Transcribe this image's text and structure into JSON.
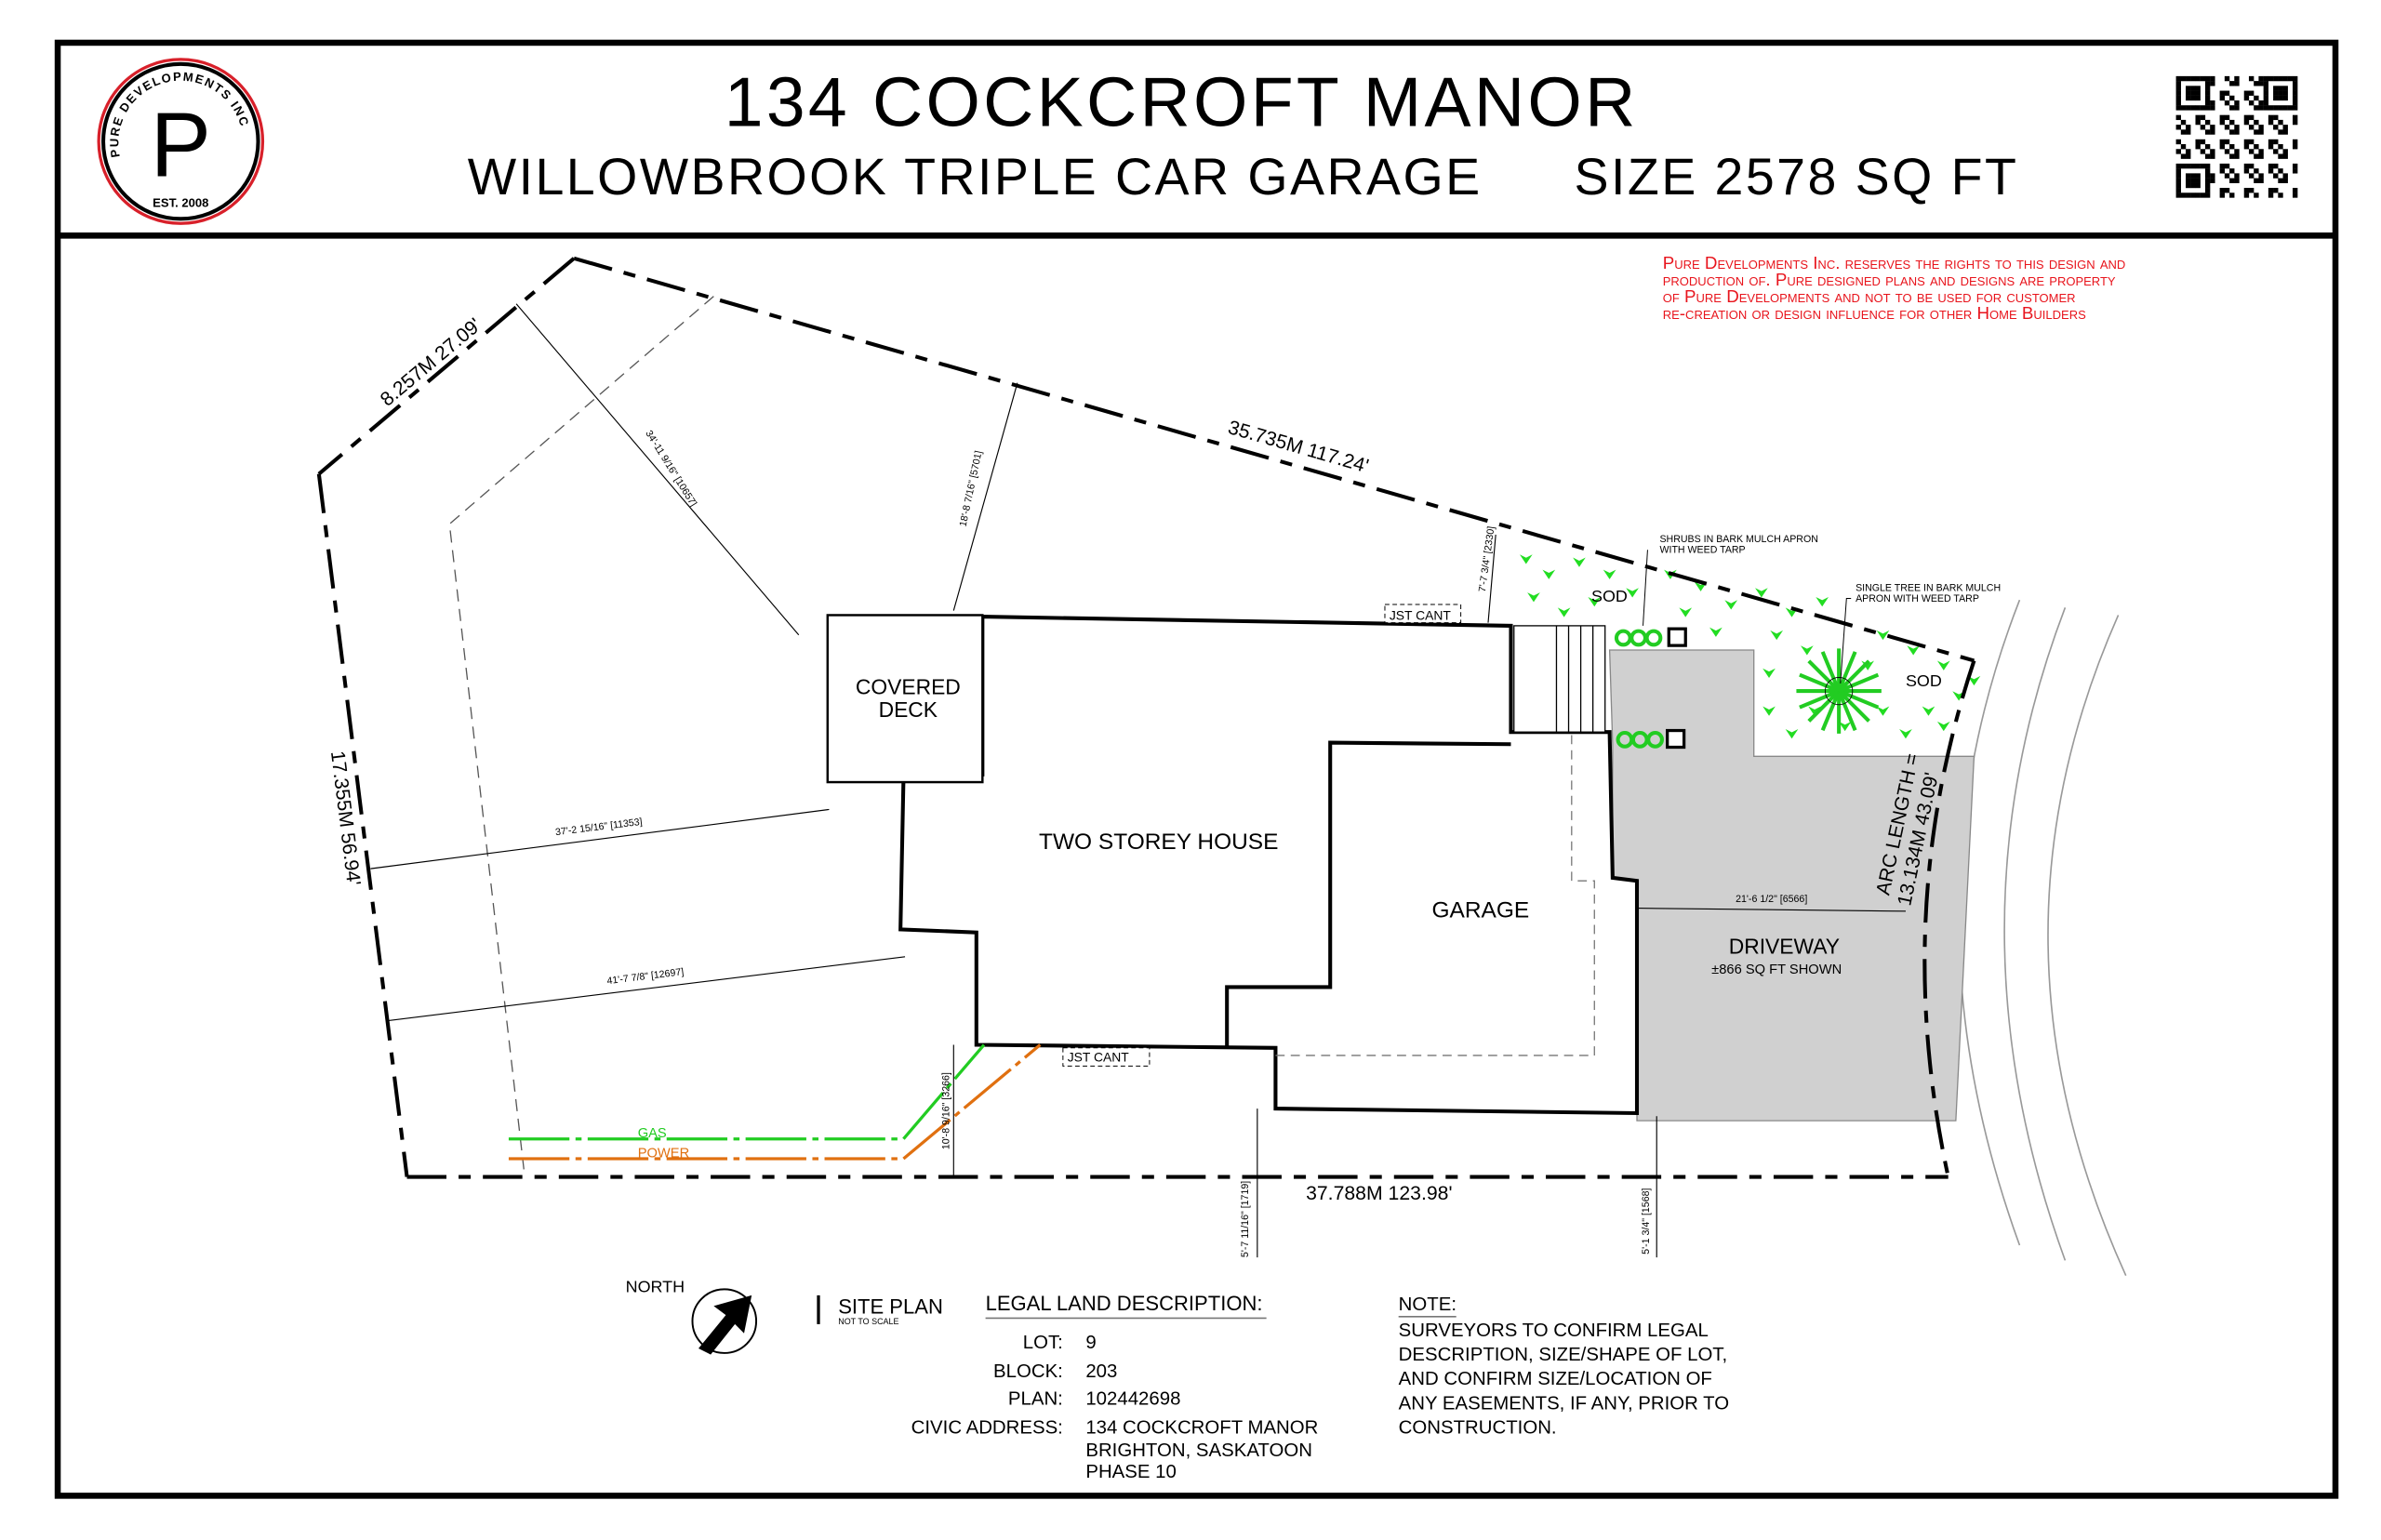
{
  "header": {
    "title": "134 COCKCROFT MANOR",
    "model": "WILLOWBROOK TRIPLE CAR GARAGE",
    "size": "SIZE 2578 SQ FT",
    "logo": {
      "arc_text": "PURE DEVELOPMENTS INC",
      "letter": "P",
      "est": "EST. 2008"
    },
    "qr_icon": "qr-code-icon"
  },
  "copyright": [
    "Pure Developments Inc. reserves the rights to this design and",
    "production of. Pure designed plans and designs are property",
    "of Pure Developments and not to be used for customer",
    "re-creation or design influence for other Home Builders"
  ],
  "plan": {
    "house_label": "TWO STOREY HOUSE",
    "garage_label": "GARAGE",
    "deck_label_1": "COVERED",
    "deck_label_2": "DECK",
    "driveway_label": "DRIVEWAY",
    "driveway_area": "±866 SQ FT SHOWN",
    "sod_1": "SOD",
    "sod_2": "SOD",
    "jst_cant_1": "JST CANT",
    "jst_cant_2": "JST CANT",
    "shrubs_note_1": "SHRUBS IN BARK MULCH APRON",
    "shrubs_note_2": "WITH WEED TARP",
    "tree_note_1": "SINGLE TREE IN BARK MULCH",
    "tree_note_2": "APRON WITH WEED TARP",
    "gas": "GAS",
    "power": "POWER",
    "gas_color": "#22cc22",
    "power_color": "#e07010",
    "sod_color": "#22dd22",
    "driveway_color": "#d0d0d0"
  },
  "dimensions": {
    "top_boundary": "35.735M 117.24'",
    "northwest_boundary": "8.257M 27.09'",
    "west_boundary": "17.355M 56.94'",
    "south_boundary": "37.788M 123.98'",
    "arc_length_1": "ARC LENGTH =",
    "arc_length_2": "13.134M 43.09'",
    "rear_diag": "34'-11 9/16\" [10657]",
    "rear_right": "18'-8 7/16\" [5701]",
    "side_1": "37'-2 15/16\" [11353]",
    "side_2": "41'-7 7/8\" [12697]",
    "northeast_side": "7'-7 3/4\" [2330]",
    "south_left": "10'-8 9/16\" [3266]",
    "south_mid": "5'-7 11/16\" [1719]",
    "south_right": "5'-1 3/4\" [1568]",
    "driveway_width": "21'-6 1/2\" [6566]"
  },
  "legend": {
    "north": "NORTH",
    "site_plan": "SITE PLAN",
    "not_to_scale": "NOT TO SCALE",
    "legal_title": "LEGAL LAND DESCRIPTION:",
    "rows": [
      {
        "label": "LOT:",
        "value": "9"
      },
      {
        "label": "BLOCK:",
        "value": "203"
      },
      {
        "label": "PLAN:",
        "value": "102442698"
      },
      {
        "label": "CIVIC ADDRESS:",
        "value": "134 COCKCROFT MANOR"
      }
    ],
    "address_line_2": "BRIGHTON, SASKATOON",
    "address_line_3": "PHASE 10",
    "note_title": "NOTE:",
    "note_lines": [
      "SURVEYORS TO CONFIRM LEGAL",
      "DESCRIPTION, SIZE/SHAPE OF LOT,",
      "AND CONFIRM SIZE/LOCATION OF",
      "ANY EASEMENTS, IF ANY, PRIOR TO",
      "CONSTRUCTION."
    ]
  }
}
